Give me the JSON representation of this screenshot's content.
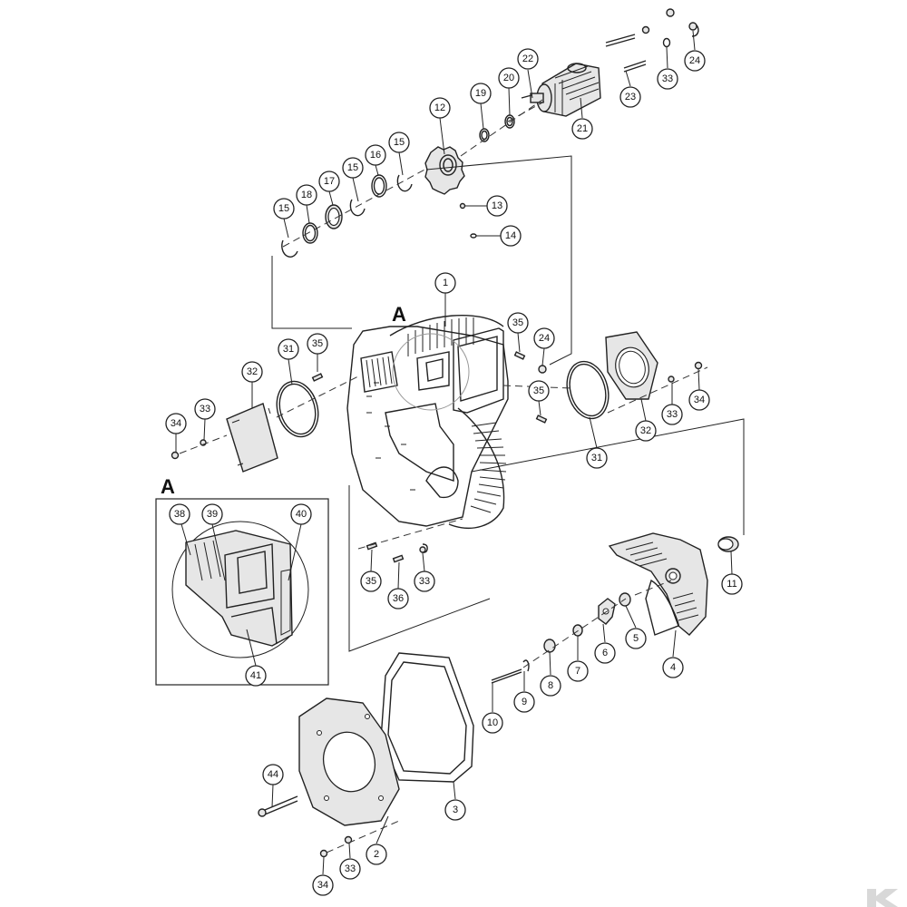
{
  "labels": {
    "detail_marker_main": "A",
    "detail_marker_inset": "A"
  },
  "callouts": [
    {
      "id": "c24a",
      "text": "24"
    },
    {
      "id": "c33a",
      "text": "33"
    },
    {
      "id": "c23",
      "text": "23"
    },
    {
      "id": "c21",
      "text": "21"
    },
    {
      "id": "c22",
      "text": "22"
    },
    {
      "id": "c20",
      "text": "20"
    },
    {
      "id": "c19",
      "text": "19"
    },
    {
      "id": "c12",
      "text": "12"
    },
    {
      "id": "c13",
      "text": "13"
    },
    {
      "id": "c14",
      "text": "14"
    },
    {
      "id": "c15a",
      "text": "15"
    },
    {
      "id": "c18",
      "text": "18"
    },
    {
      "id": "c17",
      "text": "17"
    },
    {
      "id": "c15b",
      "text": "15"
    },
    {
      "id": "c16",
      "text": "16"
    },
    {
      "id": "c15c",
      "text": "15"
    },
    {
      "id": "c1",
      "text": "1"
    },
    {
      "id": "c35a",
      "text": "35"
    },
    {
      "id": "c24b",
      "text": "24"
    },
    {
      "id": "c35b",
      "text": "35"
    },
    {
      "id": "c31a",
      "text": "31"
    },
    {
      "id": "c32a",
      "text": "32"
    },
    {
      "id": "c33b",
      "text": "33"
    },
    {
      "id": "c34a",
      "text": "34"
    },
    {
      "id": "c35c",
      "text": "35"
    },
    {
      "id": "c31b",
      "text": "31"
    },
    {
      "id": "c32b",
      "text": "32"
    },
    {
      "id": "c33c",
      "text": "33"
    },
    {
      "id": "c34b",
      "text": "34"
    },
    {
      "id": "c38",
      "text": "38"
    },
    {
      "id": "c39",
      "text": "39"
    },
    {
      "id": "c40",
      "text": "40"
    },
    {
      "id": "c41",
      "text": "41"
    },
    {
      "id": "c35d",
      "text": "35"
    },
    {
      "id": "c36",
      "text": "36"
    },
    {
      "id": "c33d",
      "text": "33"
    },
    {
      "id": "c11",
      "text": "11"
    },
    {
      "id": "c4",
      "text": "4"
    },
    {
      "id": "c5",
      "text": "5"
    },
    {
      "id": "c6",
      "text": "6"
    },
    {
      "id": "c7",
      "text": "7"
    },
    {
      "id": "c8",
      "text": "8"
    },
    {
      "id": "c9",
      "text": "9"
    },
    {
      "id": "c10",
      "text": "10"
    },
    {
      "id": "c3",
      "text": "3"
    },
    {
      "id": "c2",
      "text": "2"
    },
    {
      "id": "c44",
      "text": "44"
    },
    {
      "id": "c33e",
      "text": "33"
    },
    {
      "id": "c34c",
      "text": "34"
    }
  ],
  "icons": {
    "logo": "kramp-k-logo"
  }
}
